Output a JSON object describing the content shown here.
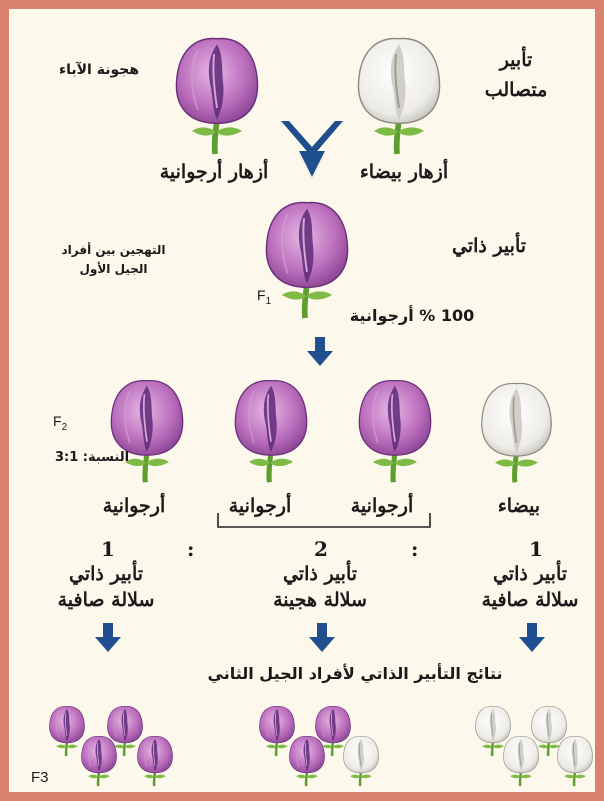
{
  "top": {
    "parents_hybrid": "هجونة الآباء",
    "cross_pollination": "تأبير متصالب",
    "purple_flowers": "أزهار أرجوانية",
    "white_flowers": "أزهار بيضاء",
    "self_pollination": "تأبير ذاتي",
    "f1_crossing": "التهجين بين أفراد الجيل الأول",
    "f1_label": "F",
    "f1_sub": "1",
    "f1_result": "100 % أرجوانية"
  },
  "f2": {
    "label": "F",
    "label_sub": "2",
    "ratio": "النسبة: 3:1",
    "phenotypes": [
      "أرجوانية",
      "أرجوانية",
      "أرجوانية",
      "بيضاء"
    ],
    "counts": [
      "1",
      "2",
      "1"
    ],
    "colon": ":"
  },
  "f2_outcomes": [
    {
      "pollination": "تأبير ذاتي",
      "line": "سلالة صافية"
    },
    {
      "pollination": "تأبير ذاتي",
      "line": "سلالة هجينة"
    },
    {
      "pollination": "تأبير ذاتي",
      "line": "سلالة صافية"
    }
  ],
  "results_caption": "نتائج التأبير الذاتي لأفراد الجيل الثاني",
  "f3_label": "F3",
  "colors": {
    "border": "#d9826e",
    "background": "#fdf8ec",
    "purple": "#b86ab8",
    "purple_dark": "#5d2a78",
    "white_flower": "#f2f1ed",
    "stem": "#6aa83a",
    "arrow": "#1f4f8e"
  },
  "icons": [
    "purple-flower-icon",
    "white-flower-icon",
    "down-arrow-icon",
    "converge-arrow-icon"
  ]
}
